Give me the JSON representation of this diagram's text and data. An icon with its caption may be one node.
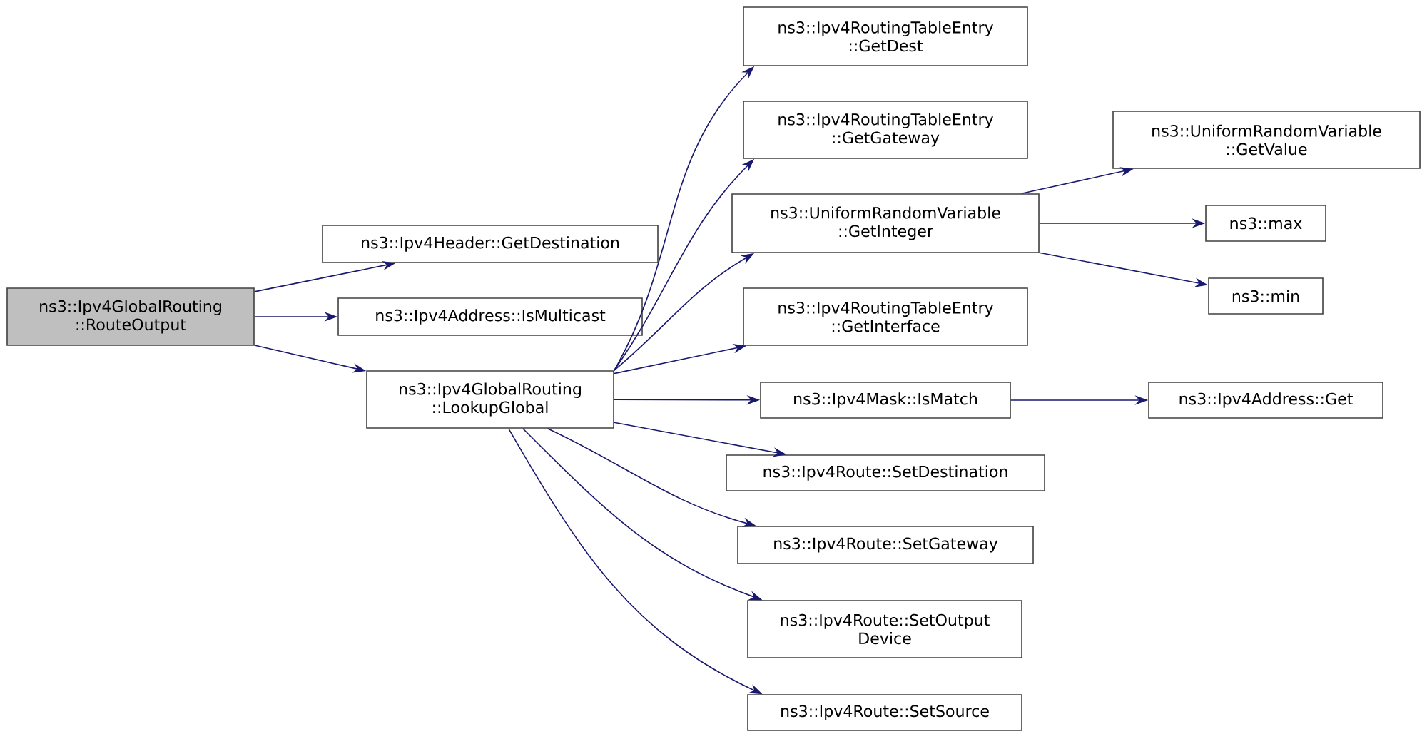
{
  "diagram": {
    "nodes": [
      {
        "text": [
          "ns3::Ipv4GlobalRouting ::RouteOutput"
        ]
      },
      {
        "text": [
          "ns3::Ipv4Header::GetDestination"
        ]
      },
      {
        "text": [
          "ns3::Ipv4Address::IsMulticast"
        ]
      },
      {
        "text": [
          "ns3::Ipv4GlobalRouting ::LookupGlobal"
        ]
      },
      {
        "text": [
          "ns3::Ipv4RoutingTableEntry ::GetDest"
        ]
      },
      {
        "text": [
          "ns3::Ipv4RoutingTableEntry ::GetGateway"
        ]
      },
      {
        "text": [
          "ns3::UniformRandomVariable ::GetInteger"
        ]
      },
      {
        "text": [
          "ns3::Ipv4RoutingTableEntry ::GetInterface"
        ]
      },
      {
        "text": [
          "ns3::Ipv4Mask::IsMatch"
        ]
      },
      {
        "text": [
          "ns3::Ipv4Route::SetDestination"
        ]
      },
      {
        "text": [
          "ns3::Ipv4Route::SetGateway"
        ]
      },
      {
        "text": [
          "ns3::Ipv4Route::SetOutput Device"
        ]
      },
      {
        "text": [
          "ns3::Ipv4Route::SetSource"
        ]
      },
      {
        "text": [
          "ns3::UniformRandomVariable ::GetValue"
        ]
      },
      {
        "text": [
          "ns3::max"
        ]
      },
      {
        "text": [
          "ns3::min"
        ]
      },
      {
        "text": [
          "ns3::Ipv4Address::Get"
        ]
      }
    ],
    "edges": [
      {
        "from": 0,
        "to": 1,
        "arrow": "to"
      },
      {
        "from": 0,
        "to": 2,
        "arrow": "to"
      },
      {
        "from": 0,
        "to": 3,
        "arrow": "to"
      },
      {
        "from": 3,
        "to": 4,
        "arrow": "to"
      },
      {
        "from": 3,
        "to": 5,
        "arrow": "to"
      },
      {
        "from": 3,
        "to": 6,
        "arrow": "to"
      },
      {
        "from": 3,
        "to": 7,
        "arrow": "to"
      },
      {
        "from": 3,
        "to": 8,
        "arrow": "to"
      },
      {
        "from": 3,
        "to": 9,
        "arrow": "to"
      },
      {
        "from": 3,
        "to": 10,
        "arrow": "to"
      },
      {
        "from": 3,
        "to": 11,
        "arrow": "to"
      },
      {
        "from": 3,
        "to": 12,
        "arrow": "to"
      },
      {
        "from": 6,
        "to": 13,
        "arrow": "to"
      },
      {
        "from": 6,
        "to": 14,
        "arrow": "to"
      },
      {
        "from": 6,
        "to": 15,
        "arrow": "to"
      },
      {
        "from": 8,
        "to": 16,
        "arrow": "to"
      }
    ]
  }
}
